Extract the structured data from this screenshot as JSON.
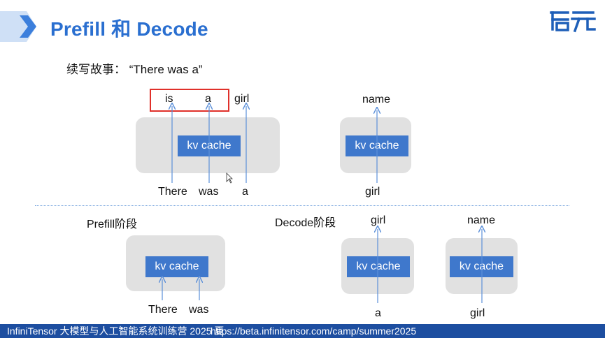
{
  "slide": {
    "title": "Prefill 和 Decode",
    "subtitle": "续写故事：  “There was a”",
    "logo_text": "启元"
  },
  "top_left": {
    "output_tokens": [
      "is",
      "a",
      "girl"
    ],
    "input_tokens": [
      "There",
      "was",
      "a"
    ],
    "box_label": "kv cache"
  },
  "top_right": {
    "output_token": "name",
    "input_token": "girl",
    "box_label": "kv cache"
  },
  "bottom_left": {
    "section_label": "Prefill阶段",
    "box_label": "kv cache",
    "input_tokens": [
      "There",
      "was"
    ]
  },
  "bottom_mid": {
    "section_label": "Decode阶段",
    "output_token": "girl",
    "input_token": "a",
    "box_label": "kv cache"
  },
  "bottom_right": {
    "output_token": "name",
    "input_token": "girl",
    "box_label": "kv cache"
  },
  "footer": {
    "course": "InfiniTensor 大模型与人工智能系统训练营 2025 夏",
    "url": "https://beta.infinitensor.com/camp/summer2025"
  },
  "colors": {
    "accent": "#2a6fd0",
    "kv_box": "#3f78cc",
    "highlight": "#e0302a",
    "footer": "#1d4ea0"
  }
}
